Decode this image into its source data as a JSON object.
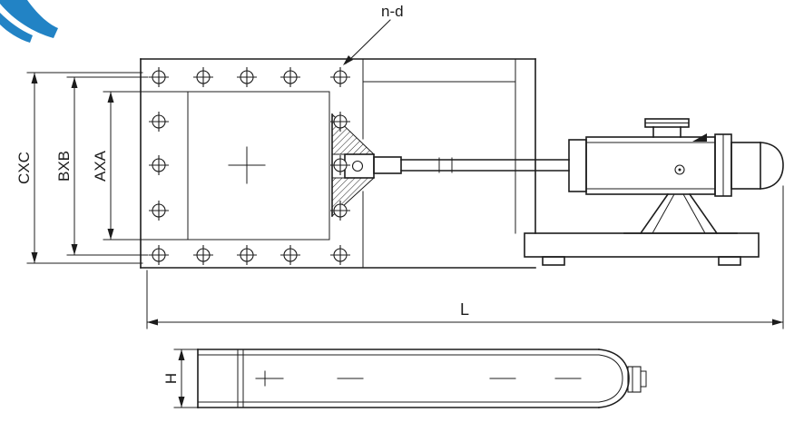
{
  "drawing": {
    "kind": "engineering-dimension-drawing",
    "subject": "Slide gate valve with hydraulic cylinder actuator, front view with bolted flange and side profile view",
    "labels": {
      "bolt_pattern": "n-d",
      "dim_outer_square": "CXC",
      "dim_bolt_square": "BXB",
      "dim_opening_square": "AXA",
      "dim_overall_length": "L",
      "dim_profile_height": "H"
    },
    "colors": {
      "line": "#1c1c1c",
      "accent_logo": "#2283c5",
      "background": "#ffffff"
    }
  }
}
